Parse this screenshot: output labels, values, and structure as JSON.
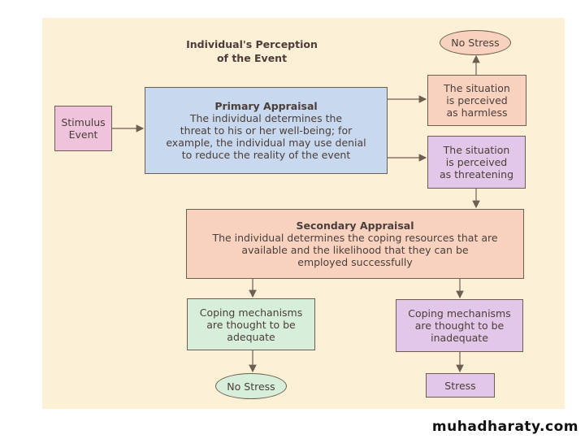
{
  "title": [
    "Individual's Perception",
    "of the Event"
  ],
  "stimulus": [
    "Stimulus",
    "Event"
  ],
  "primary": {
    "heading": "Primary Appraisal",
    "lines": [
      "The individual determines the",
      "threat to his or her well-being;  for",
      "example, the individual may use denial",
      "to reduce the reality of the event"
    ]
  },
  "harmless": [
    "The situation",
    "is perceived",
    "as harmless"
  ],
  "threatening": [
    "The situation",
    "is perceived",
    "as threatening"
  ],
  "no_stress_top": "No Stress",
  "secondary": {
    "heading": "Secondary Appraisal",
    "lines": [
      "The individual determines the coping resources that are",
      "available and the likelihood that they can be",
      "employed successfully"
    ]
  },
  "adequate": [
    "Coping mechanisms",
    "are thought to be",
    "adequate"
  ],
  "inadequate": [
    "Coping mechanisms",
    "are thought to be",
    "inadequate"
  ],
  "no_stress_bottom": "No Stress",
  "stress": "Stress",
  "watermark": "muhadharaty.com",
  "colors": {
    "panel": "#fcf1d6",
    "pink": "#efc3dc",
    "blue": "#c8d8ee",
    "salmon": "#f8d2bf",
    "lavender": "#e3c7e8",
    "green": "#d7eedb"
  }
}
